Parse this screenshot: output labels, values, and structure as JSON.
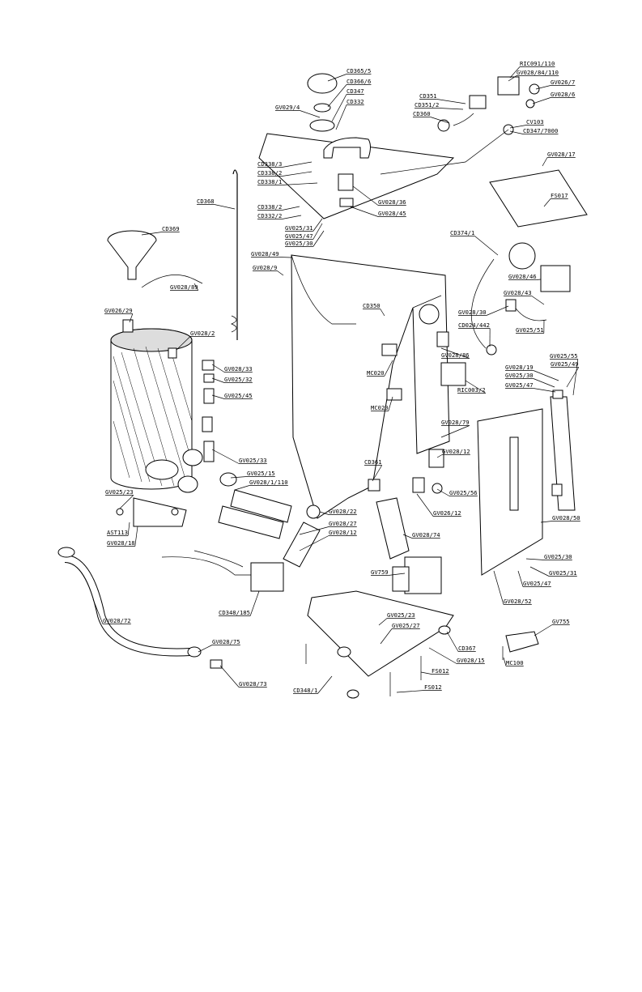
{
  "labels": [
    "CD365/5",
    "CD366/6",
    "CD347",
    "CD332",
    "GV029/4",
    "RIC091/110",
    "GV028/84/110",
    "GV026/7",
    "GV028/6",
    "CD351",
    "CD351/2",
    "CD360",
    "CV103",
    "CD347/7000",
    "CD338/3",
    "CD338/2",
    "CD338/1",
    "CD338/2",
    "CD332/2",
    "GV028/36",
    "GV028/45",
    "GV025/31",
    "GV025/47",
    "GV025/30",
    "GV028/17",
    "FS017",
    "CD368",
    "CD369",
    "GV028/89",
    "CD374/1",
    "GV028/49",
    "GV028/9",
    "GV028/46",
    "GV028/43",
    "GV028/30",
    "CD024/442",
    "GV025/51",
    "CD350",
    "GV026/29",
    "GV028/2",
    "GV028/33",
    "GV025/32",
    "GV025/45",
    "GV028/86",
    "MC020",
    "RIC003/2",
    "MC020",
    "GV028/79",
    "GV025/55",
    "GV028/19",
    "GV025/49",
    "GV025/30",
    "GV025/47",
    "GV025/33",
    "GV025/15",
    "GV028/1/110",
    "GV025/23",
    "AST113",
    "GV028/18",
    "CD361",
    "GV028/12",
    "GV025/56",
    "GV026/12",
    "GV028/50",
    "GV028/22",
    "GV028/27",
    "GV028/12",
    "GV028/74",
    "GV759",
    "CD348/185",
    "GV025/30",
    "GV025/31",
    "GV025/47",
    "GV028/52",
    "GV028/72",
    "GV028/75",
    "GV028/73",
    "GV025/23",
    "GV025/27",
    "CD367",
    "GV028/15",
    "FS012",
    "FS012",
    "CD348/1",
    "GV755",
    "MC100"
  ]
}
